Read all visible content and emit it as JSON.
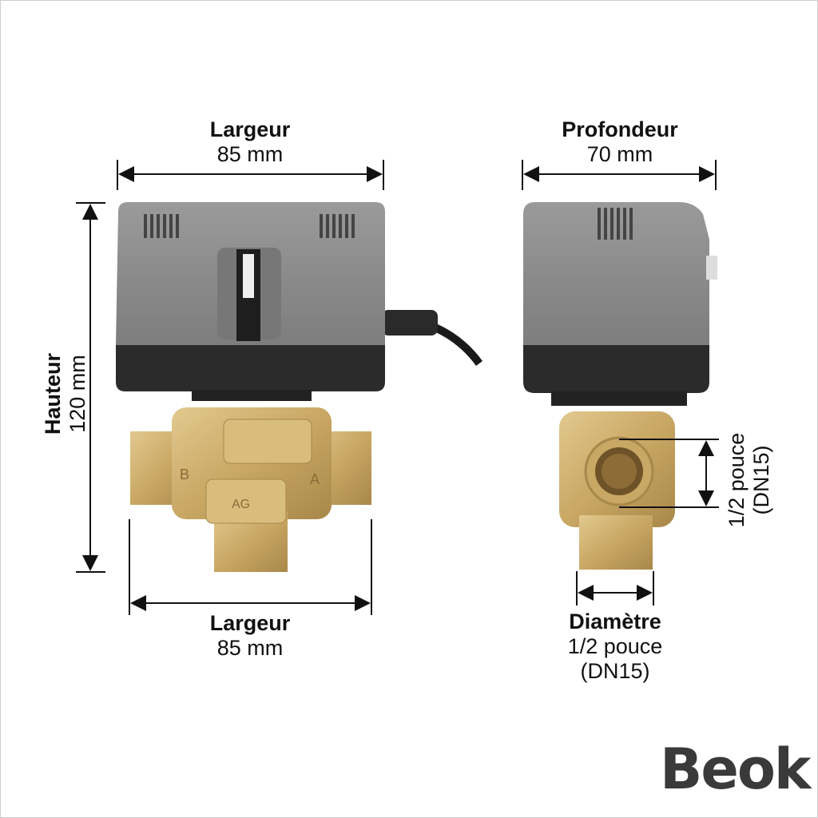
{
  "dimensions": {
    "width_top": {
      "title": "Largeur",
      "value": "85 mm"
    },
    "depth": {
      "title": "Profondeur",
      "value": "70 mm"
    },
    "height": {
      "title": "Hauteur",
      "value": "120 mm"
    },
    "width_bottom": {
      "title": "Largeur",
      "value": "85 mm"
    },
    "diameter": {
      "title": "Diamètre",
      "line1": "1/2 pouce",
      "line2": "(DN15)"
    },
    "port_size": {
      "line1": "1/2 pouce",
      "line2": "(DN15)"
    }
  },
  "valve_markings": {
    "port_b": "B",
    "port_a": "A",
    "code": "AG"
  },
  "brand": "Beok",
  "colors": {
    "actuator_grey": "#8a8a8a",
    "actuator_dark": "#2a2a2a",
    "brass": "#c8a868",
    "brand": "#3a3a3a"
  }
}
